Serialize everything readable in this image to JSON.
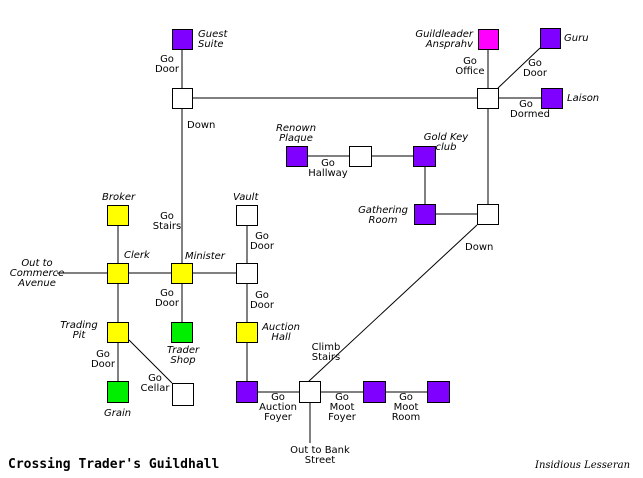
{
  "title": "Crossing Trader's Guildhall",
  "author": "Insidious Lesseran",
  "colors": {
    "purple": "#7f00ff",
    "yellow": "#ffff00",
    "green": "#00ee00",
    "magenta": "#ff00ff",
    "white": "#ffffff"
  },
  "rooms": {
    "guest_suite": "Guest Suite",
    "guildleader": "Guildleader Ansprahv",
    "guru": "Guru",
    "laison": "Laison",
    "renown_plaque": "Renown Plaque",
    "gold_key_club": "Gold Key club",
    "gathering_room": "Gathering Room",
    "broker": "Broker",
    "vault": "Vault",
    "clerk": "Clerk",
    "minister": "Minister",
    "trading_pit": "Trading Pit",
    "trader_shop": "Trader Shop",
    "auction_hall": "Auction Hall",
    "grain": "Grain"
  },
  "exits": {
    "commerce": "Out to Commerce Avenue",
    "bank": "Out to Bank Street"
  },
  "paths": {
    "go_door_guest": "Go Door",
    "go_office": "Go Office",
    "go_door_guru": "Go Door",
    "go_dormed": "Go Dormed",
    "down_left": "Down",
    "go_hallway": "Go Hallway",
    "go_stairs": "Go Stairs",
    "go_door_vault": "Go Door",
    "down_right": "Down",
    "go_door_minister": "Go Door",
    "go_door_auction": "Go Door",
    "go_door_pit": "Go Door",
    "go_cellar": "Go Cellar",
    "climb_stairs": "Climb Stairs",
    "go_auction_foyer": "Go Auction Foyer",
    "go_moot_foyer": "Go Moot Foyer",
    "go_moot_room": "Go Moot Room"
  }
}
